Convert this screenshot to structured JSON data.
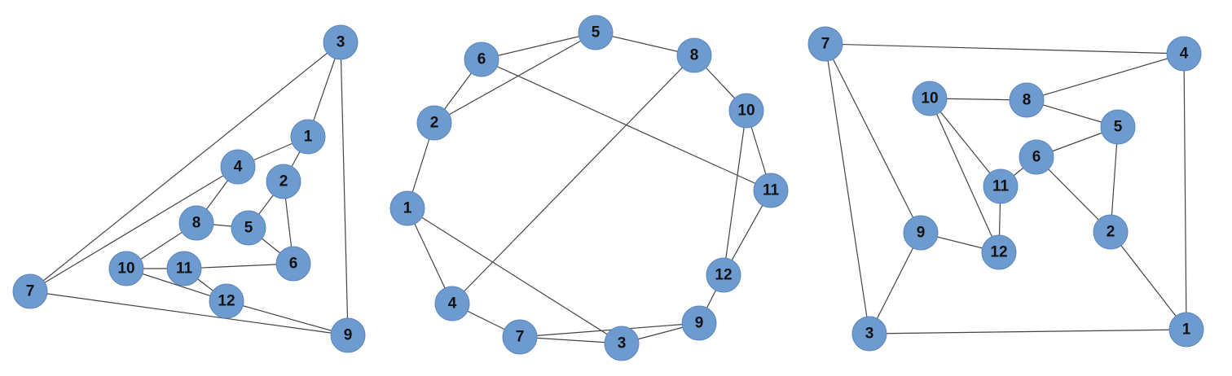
{
  "node_color": "#6d9bd0",
  "graphs": [
    {
      "name": "graph-left",
      "nodes": [
        "1",
        "2",
        "3",
        "4",
        "5",
        "6",
        "7",
        "8",
        "9",
        "10",
        "11",
        "12"
      ],
      "edges": [
        [
          "3",
          "1"
        ],
        [
          "3",
          "7"
        ],
        [
          "3",
          "9"
        ],
        [
          "1",
          "4"
        ],
        [
          "1",
          "2"
        ],
        [
          "4",
          "7"
        ],
        [
          "4",
          "8"
        ],
        [
          "2",
          "5"
        ],
        [
          "2",
          "6"
        ],
        [
          "8",
          "5"
        ],
        [
          "5",
          "6"
        ],
        [
          "8",
          "10"
        ],
        [
          "10",
          "11"
        ],
        [
          "11",
          "6"
        ],
        [
          "10",
          "12"
        ],
        [
          "11",
          "12"
        ],
        [
          "12",
          "9"
        ],
        [
          "7",
          "9"
        ]
      ]
    },
    {
      "name": "graph-middle",
      "nodes": [
        "1",
        "2",
        "3",
        "4",
        "5",
        "6",
        "7",
        "8",
        "9",
        "10",
        "11",
        "12"
      ],
      "edges": [
        [
          "6",
          "5"
        ],
        [
          "5",
          "8"
        ],
        [
          "6",
          "2"
        ],
        [
          "5",
          "2"
        ],
        [
          "6",
          "11"
        ],
        [
          "8",
          "10"
        ],
        [
          "8",
          "4"
        ],
        [
          "10",
          "11"
        ],
        [
          "10",
          "12"
        ],
        [
          "11",
          "12"
        ],
        [
          "2",
          "1"
        ],
        [
          "1",
          "4"
        ],
        [
          "1",
          "3"
        ],
        [
          "4",
          "7"
        ],
        [
          "7",
          "3"
        ],
        [
          "7",
          "9"
        ],
        [
          "3",
          "9"
        ],
        [
          "12",
          "9"
        ]
      ]
    },
    {
      "name": "graph-right",
      "nodes": [
        "1",
        "2",
        "3",
        "4",
        "5",
        "6",
        "7",
        "8",
        "9",
        "10",
        "11",
        "12"
      ],
      "edges": [
        [
          "7",
          "4"
        ],
        [
          "7",
          "9"
        ],
        [
          "7",
          "3"
        ],
        [
          "4",
          "8"
        ],
        [
          "4",
          "1"
        ],
        [
          "10",
          "8"
        ],
        [
          "8",
          "5"
        ],
        [
          "10",
          "11"
        ],
        [
          "10",
          "12"
        ],
        [
          "6",
          "5"
        ],
        [
          "6",
          "11"
        ],
        [
          "6",
          "2"
        ],
        [
          "5",
          "2"
        ],
        [
          "11",
          "12"
        ],
        [
          "9",
          "12"
        ],
        [
          "9",
          "3"
        ],
        [
          "3",
          "1"
        ],
        [
          "2",
          "1"
        ]
      ]
    }
  ]
}
